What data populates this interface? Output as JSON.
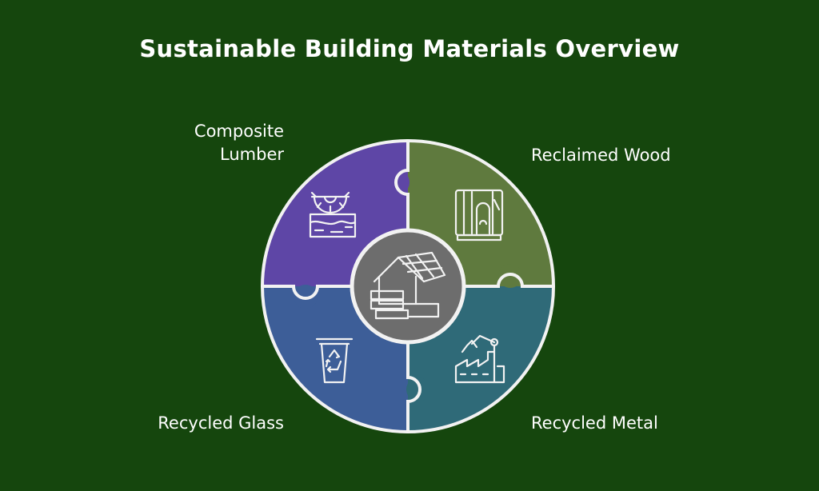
{
  "title": "Sustainable Building Materials Overview",
  "colors": {
    "background": "#15460d",
    "composite_lumber": "#5e46a6",
    "reclaimed_wood": "#5f7a3e",
    "recycled_metal": "#2f6a78",
    "recycled_glass": "#3d5e98",
    "center": "#6d6d6d",
    "outline": "#f2f2f2"
  },
  "segments": [
    {
      "label": "Composite\nLumber",
      "icon": "gear-on-plank-icon"
    },
    {
      "label": "Reclaimed Wood",
      "icon": "wood-panel-icon"
    },
    {
      "label": "Recycled Metal",
      "icon": "factory-icon"
    },
    {
      "label": "Recycled Glass",
      "icon": "recycling-bin-icon"
    }
  ],
  "center": {
    "icon": "solar-house-icon"
  }
}
